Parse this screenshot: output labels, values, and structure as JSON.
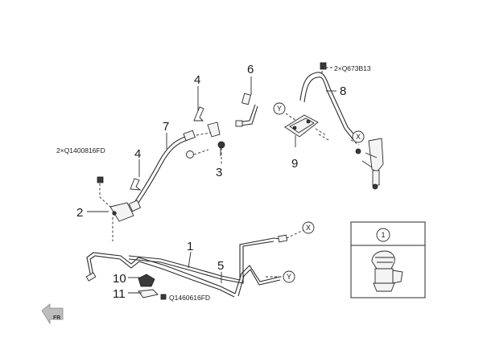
{
  "callouts": {
    "c1": "1",
    "c2": "2",
    "c3": "3",
    "c4a": "4",
    "c4b": "4",
    "c5": "5",
    "c6": "6",
    "c7": "7",
    "c8": "8",
    "c9": "9",
    "c10": "10",
    "c11": "11"
  },
  "codes": {
    "bolt_top": "2×Q673B13",
    "bolt_left": "2×Q1400816FD",
    "bolt_bottom": "Q1460616FD"
  },
  "markers": {
    "x_top": "X",
    "x_bottom": "X",
    "y_top": "Y",
    "y_bottom": "Y"
  },
  "inset": {
    "label": "1"
  },
  "orientation": {
    "label": "FR"
  }
}
